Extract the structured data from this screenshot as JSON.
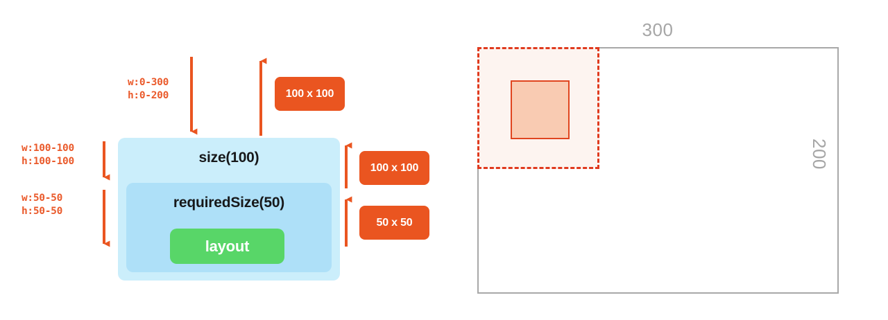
{
  "diagram": {
    "title": "Layout constraint propagation diagram",
    "colors": {
      "orange": "#ea5520",
      "orange_text": "#ea5a2b",
      "outer_box": "#cbeefb",
      "inner_box": "#aee0f8",
      "green": "#58d668",
      "gray_rule": "#a8a8a8",
      "gray_text": "#a6a6a6",
      "dashed_border": "#e03a1e",
      "dashed_fill": "#fdf4f0",
      "solid_border": "#e0451f",
      "solid_fill": "#f9cbb2"
    },
    "left": {
      "outer_box_label": "size(100)",
      "inner_box_label": "requiredSize(50)",
      "layout_button_label": "layout",
      "constraints_incoming": "w:0-300\nh:0-200",
      "constraints_outer": "w:100-100\nh:100-100",
      "constraints_inner": "w:50-50\nh:50-50",
      "badges": [
        {
          "label": "100 x 100",
          "name": "badge-reported-size-top"
        },
        {
          "label": "100 x 100",
          "name": "badge-reported-size-outer"
        },
        {
          "label": "50 x 50",
          "name": "badge-reported-size-inner"
        }
      ]
    },
    "right": {
      "width_label": "300",
      "height_label": "200",
      "regions": [
        {
          "name": "canvas-rect",
          "desc": "300 x 200 outer canvas"
        },
        {
          "name": "dashed-rect",
          "desc": "100 x 100 allocated area"
        },
        {
          "name": "solid-rect",
          "desc": "50 x 50 required size"
        }
      ]
    }
  }
}
